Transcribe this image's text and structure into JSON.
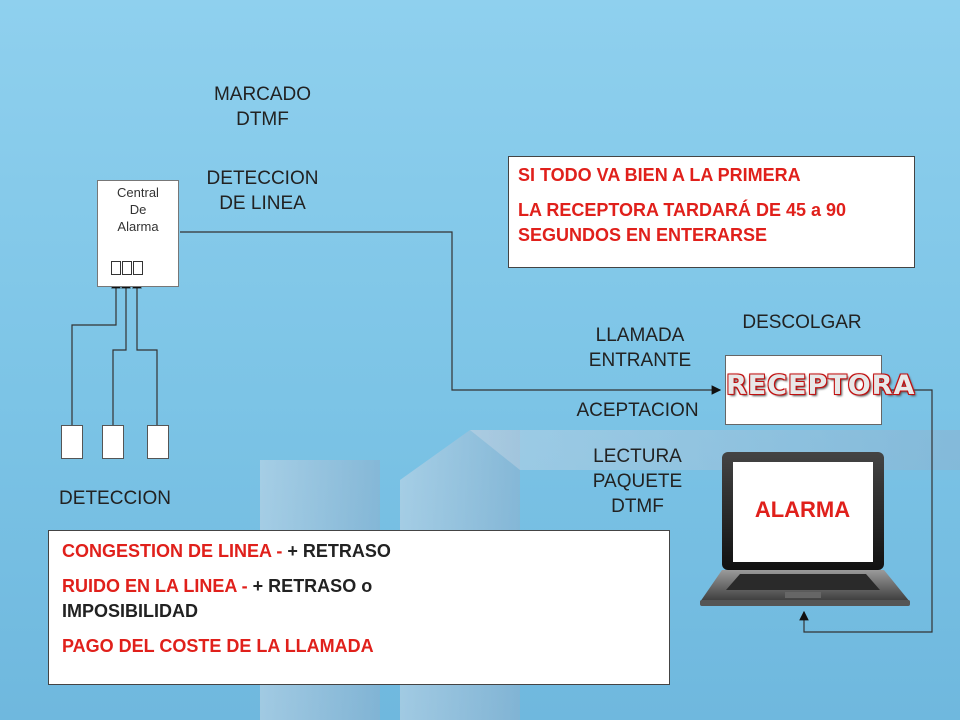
{
  "labels": {
    "marcado": "MARCADO\nDTMF",
    "deteccion_linea": "DETECCION\nDE LINEA",
    "deteccion": "DETECCION",
    "llamada_entrante": "LLAMADA\nENTRANTE",
    "descolgar": "DESCOLGAR",
    "aceptacion": "ACEPTACION",
    "lectura": "LECTURA\nPAQUETE\nDTMF"
  },
  "central": {
    "line1": "Central",
    "line2": "De",
    "line3": "Alarma"
  },
  "receptora": {
    "text": "RECEPTORA"
  },
  "alarma": {
    "text": "ALARMA"
  },
  "info_top": {
    "line1": "SI TODO VA BIEN A LA PRIMERA",
    "line2": "LA RECEPTORA TARDARÁ DE 45 a 90 SEGUNDOS EN ENTERARSE"
  },
  "info_bottom": {
    "item1_red": "CONGESTION DE LINEA - ",
    "item1_dark": "+ RETRASO",
    "item2_red": "RUIDO EN LA LINEA - ",
    "item2_dark": "+ RETRASO o IMPOSIBILIDAD",
    "item3_red": "PAGO DEL COSTE DE LA LLAMADA"
  },
  "colors": {
    "accent_red": "#e0201b",
    "background": "#7cc4e6"
  }
}
